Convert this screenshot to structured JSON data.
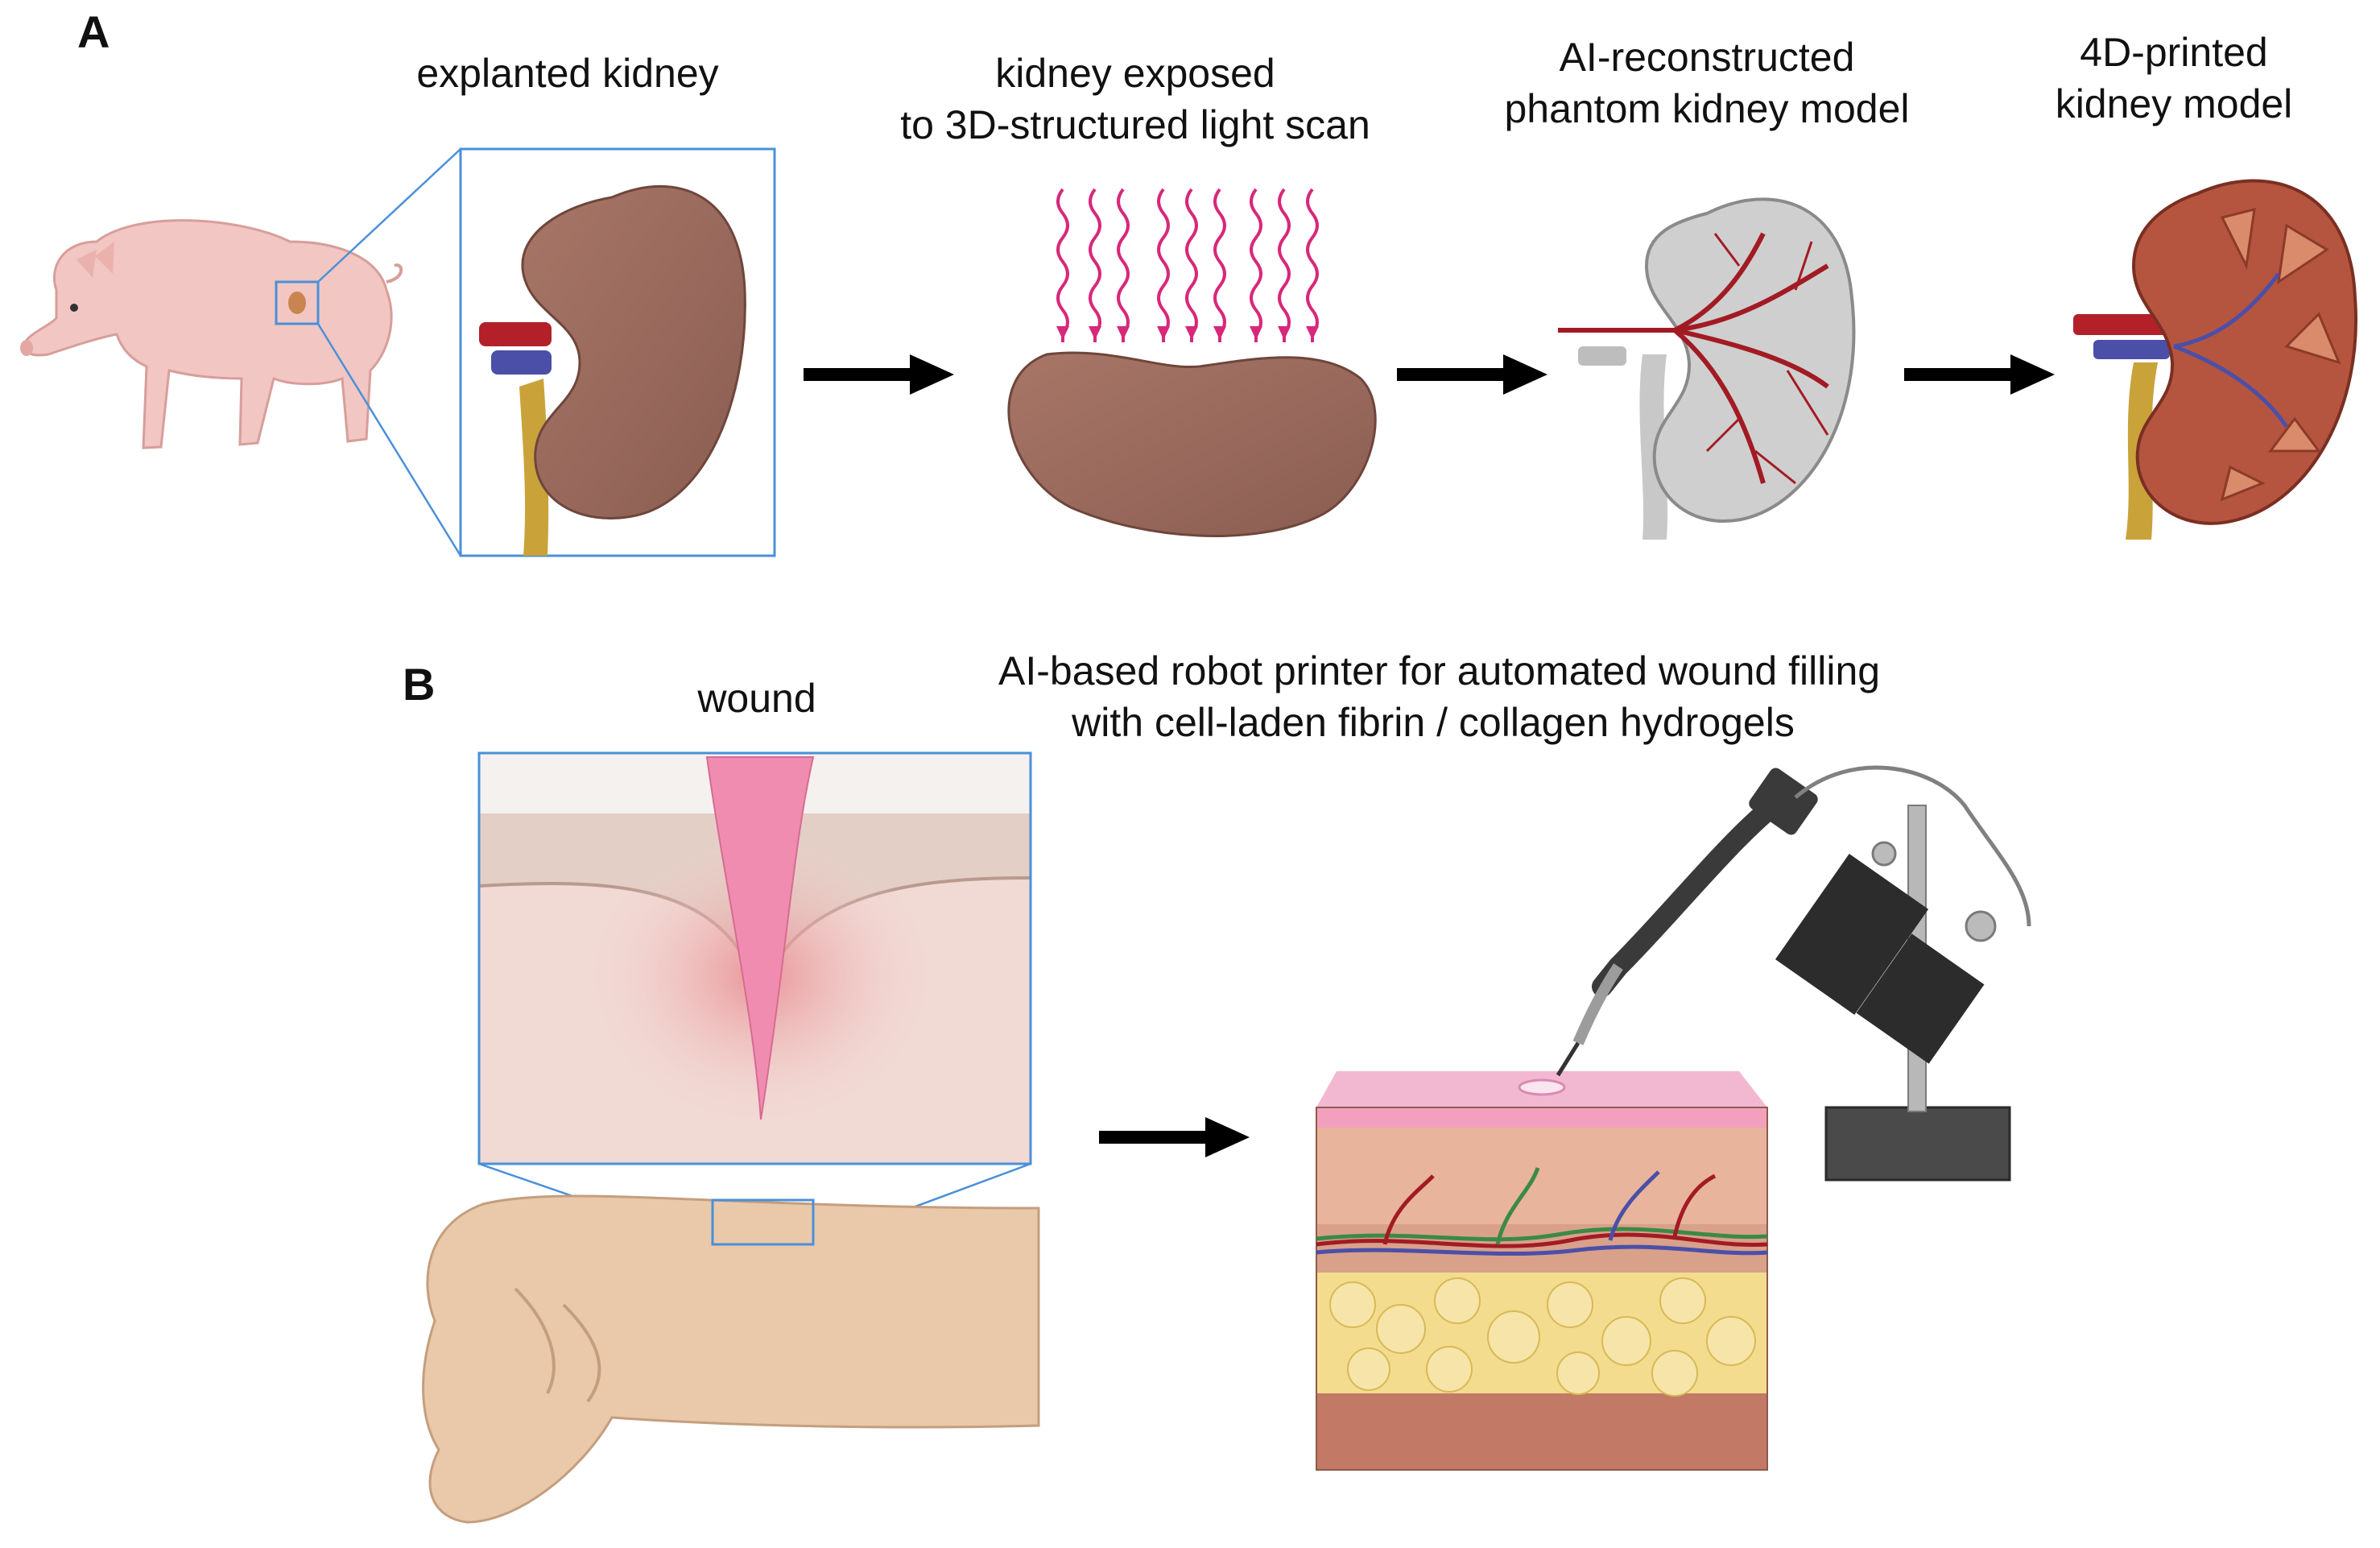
{
  "panel_a": {
    "letter": "A",
    "steps": [
      {
        "lines": [
          "explanted kidney"
        ]
      },
      {
        "lines": [
          "kidney exposed",
          "to 3D-structured light scan"
        ]
      },
      {
        "lines": [
          "AI-reconstructed",
          "phantom kidney model"
        ]
      },
      {
        "lines": [
          "4D-printed",
          "kidney model"
        ]
      }
    ]
  },
  "panel_b": {
    "letter": "B",
    "wound_label": "wound",
    "printer_lines": [
      "AI-based robot printer for automated wound filling",
      "with cell-laden fibrin / collagen hydrogels"
    ]
  },
  "colors": {
    "arrow": "#000000",
    "zoom_box": "#4a90d9",
    "kidney_brown": "#9a6a5c",
    "artery_red": "#b3202a",
    "vein_blue": "#4b4fa8",
    "ureter_gold": "#c9a33a",
    "scan_wave": "#d8287a",
    "pig_pink": "#f2c6c2",
    "skin_tan": "#e9c9aa",
    "fat_yellow": "#f3dc8e"
  }
}
